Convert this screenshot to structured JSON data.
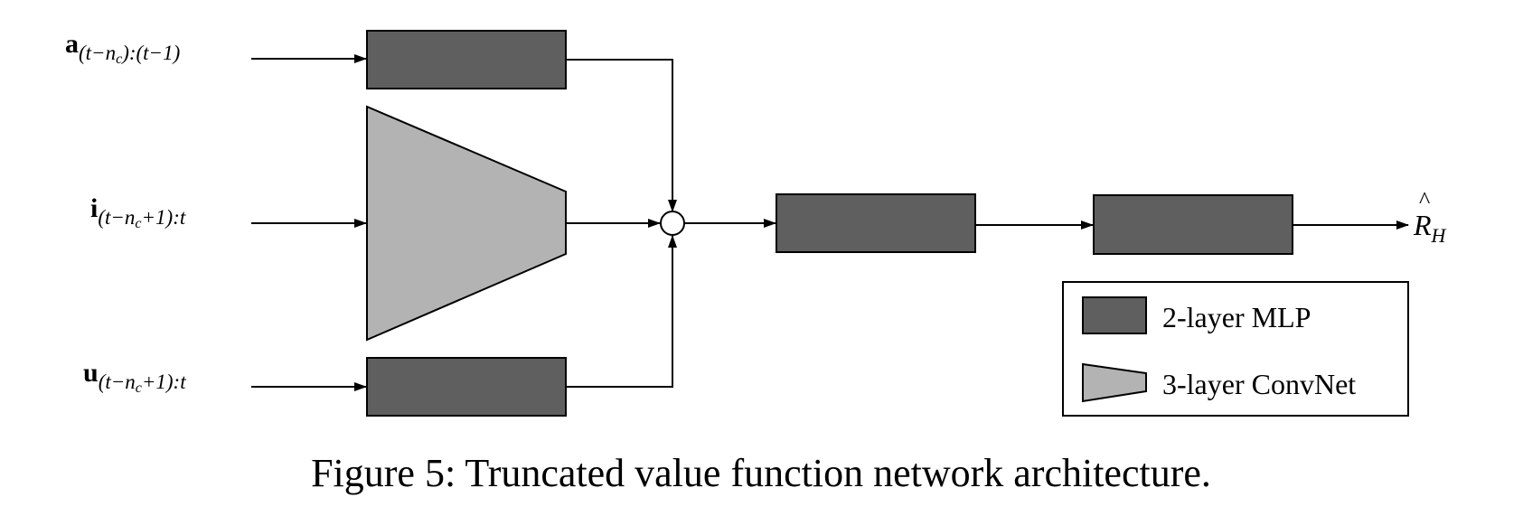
{
  "inputs": {
    "a": {
      "symbol": "a",
      "subscript": "(t−n",
      "sub2": "c",
      "tail": "):(t−1)"
    },
    "i": {
      "symbol": "i",
      "subscript": "(t−n",
      "sub2": "c",
      "tail": "+1):t"
    },
    "u": {
      "symbol": "u",
      "subscript": "(t−n",
      "sub2": "c",
      "tail": "+1):t"
    }
  },
  "output": {
    "symbol": "R",
    "hat": "^",
    "subscript": "H"
  },
  "legend": {
    "mlp_label": "2-layer MLP",
    "convnet_label": "3-layer ConvNet"
  },
  "caption": "Figure 5: Truncated value function network architecture.",
  "colors": {
    "mlp_fill": "#5f5f5f",
    "convnet_fill": "#b3b3b3",
    "stroke": "#000000"
  }
}
